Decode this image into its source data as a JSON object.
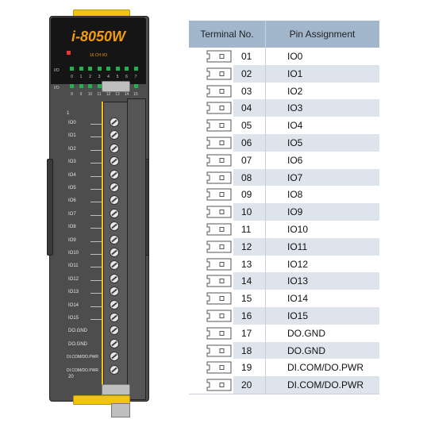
{
  "device": {
    "model_prefix": "i",
    "model": "-8050W",
    "subtitle": "16 CH I/O",
    "io_tag_top": "I/O",
    "io_tag_bottom": "I/O",
    "led_numbers_top": [
      "0",
      "1",
      "2",
      "3",
      "4",
      "5",
      "6",
      "7"
    ],
    "led_numbers_bottom": [
      "8",
      "9",
      "10",
      "11",
      "12",
      "13",
      "14",
      "15"
    ],
    "first_pin_marker": "1",
    "last_pin_marker": "20",
    "pin_labels": [
      "IO0",
      "IO1",
      "IO2",
      "IO3",
      "IO4",
      "IO5",
      "IO6",
      "IO7",
      "IO8",
      "IO9",
      "IO10",
      "IO11",
      "IO12",
      "IO13",
      "IO14",
      "IO15",
      "DO.GND",
      "DO.GND",
      "DI.COM/DO.PWR",
      "DI.COM/DO.PWR"
    ],
    "colors": {
      "body": "#4d4d4d",
      "led": "#22b14c",
      "accent": "#f39c12",
      "clip": "#f1c40f"
    }
  },
  "table": {
    "header_terminal": "Terminal No.",
    "header_pin": "Pin Assignment",
    "header_color": "#a3b7cc",
    "stripe_color": "#dde4ec",
    "rows": [
      {
        "terminal": "01",
        "pin": "IO0"
      },
      {
        "terminal": "02",
        "pin": "IO1"
      },
      {
        "terminal": "03",
        "pin": "IO2"
      },
      {
        "terminal": "04",
        "pin": "IO3"
      },
      {
        "terminal": "05",
        "pin": "IO4"
      },
      {
        "terminal": "06",
        "pin": "IO5"
      },
      {
        "terminal": "07",
        "pin": "IO6"
      },
      {
        "terminal": "08",
        "pin": "IO7"
      },
      {
        "terminal": "09",
        "pin": "IO8"
      },
      {
        "terminal": "10",
        "pin": "IO9"
      },
      {
        "terminal": "11",
        "pin": "IO10"
      },
      {
        "terminal": "12",
        "pin": "IO11"
      },
      {
        "terminal": "13",
        "pin": "IO12"
      },
      {
        "terminal": "14",
        "pin": "IO13"
      },
      {
        "terminal": "15",
        "pin": "IO14"
      },
      {
        "terminal": "16",
        "pin": "IO15"
      },
      {
        "terminal": "17",
        "pin": "DO.GND"
      },
      {
        "terminal": "18",
        "pin": "DO.GND"
      },
      {
        "terminal": "19",
        "pin": "DI.COM/DO.PWR"
      },
      {
        "terminal": "20",
        "pin": "DI.COM/DO.PWR"
      }
    ]
  }
}
